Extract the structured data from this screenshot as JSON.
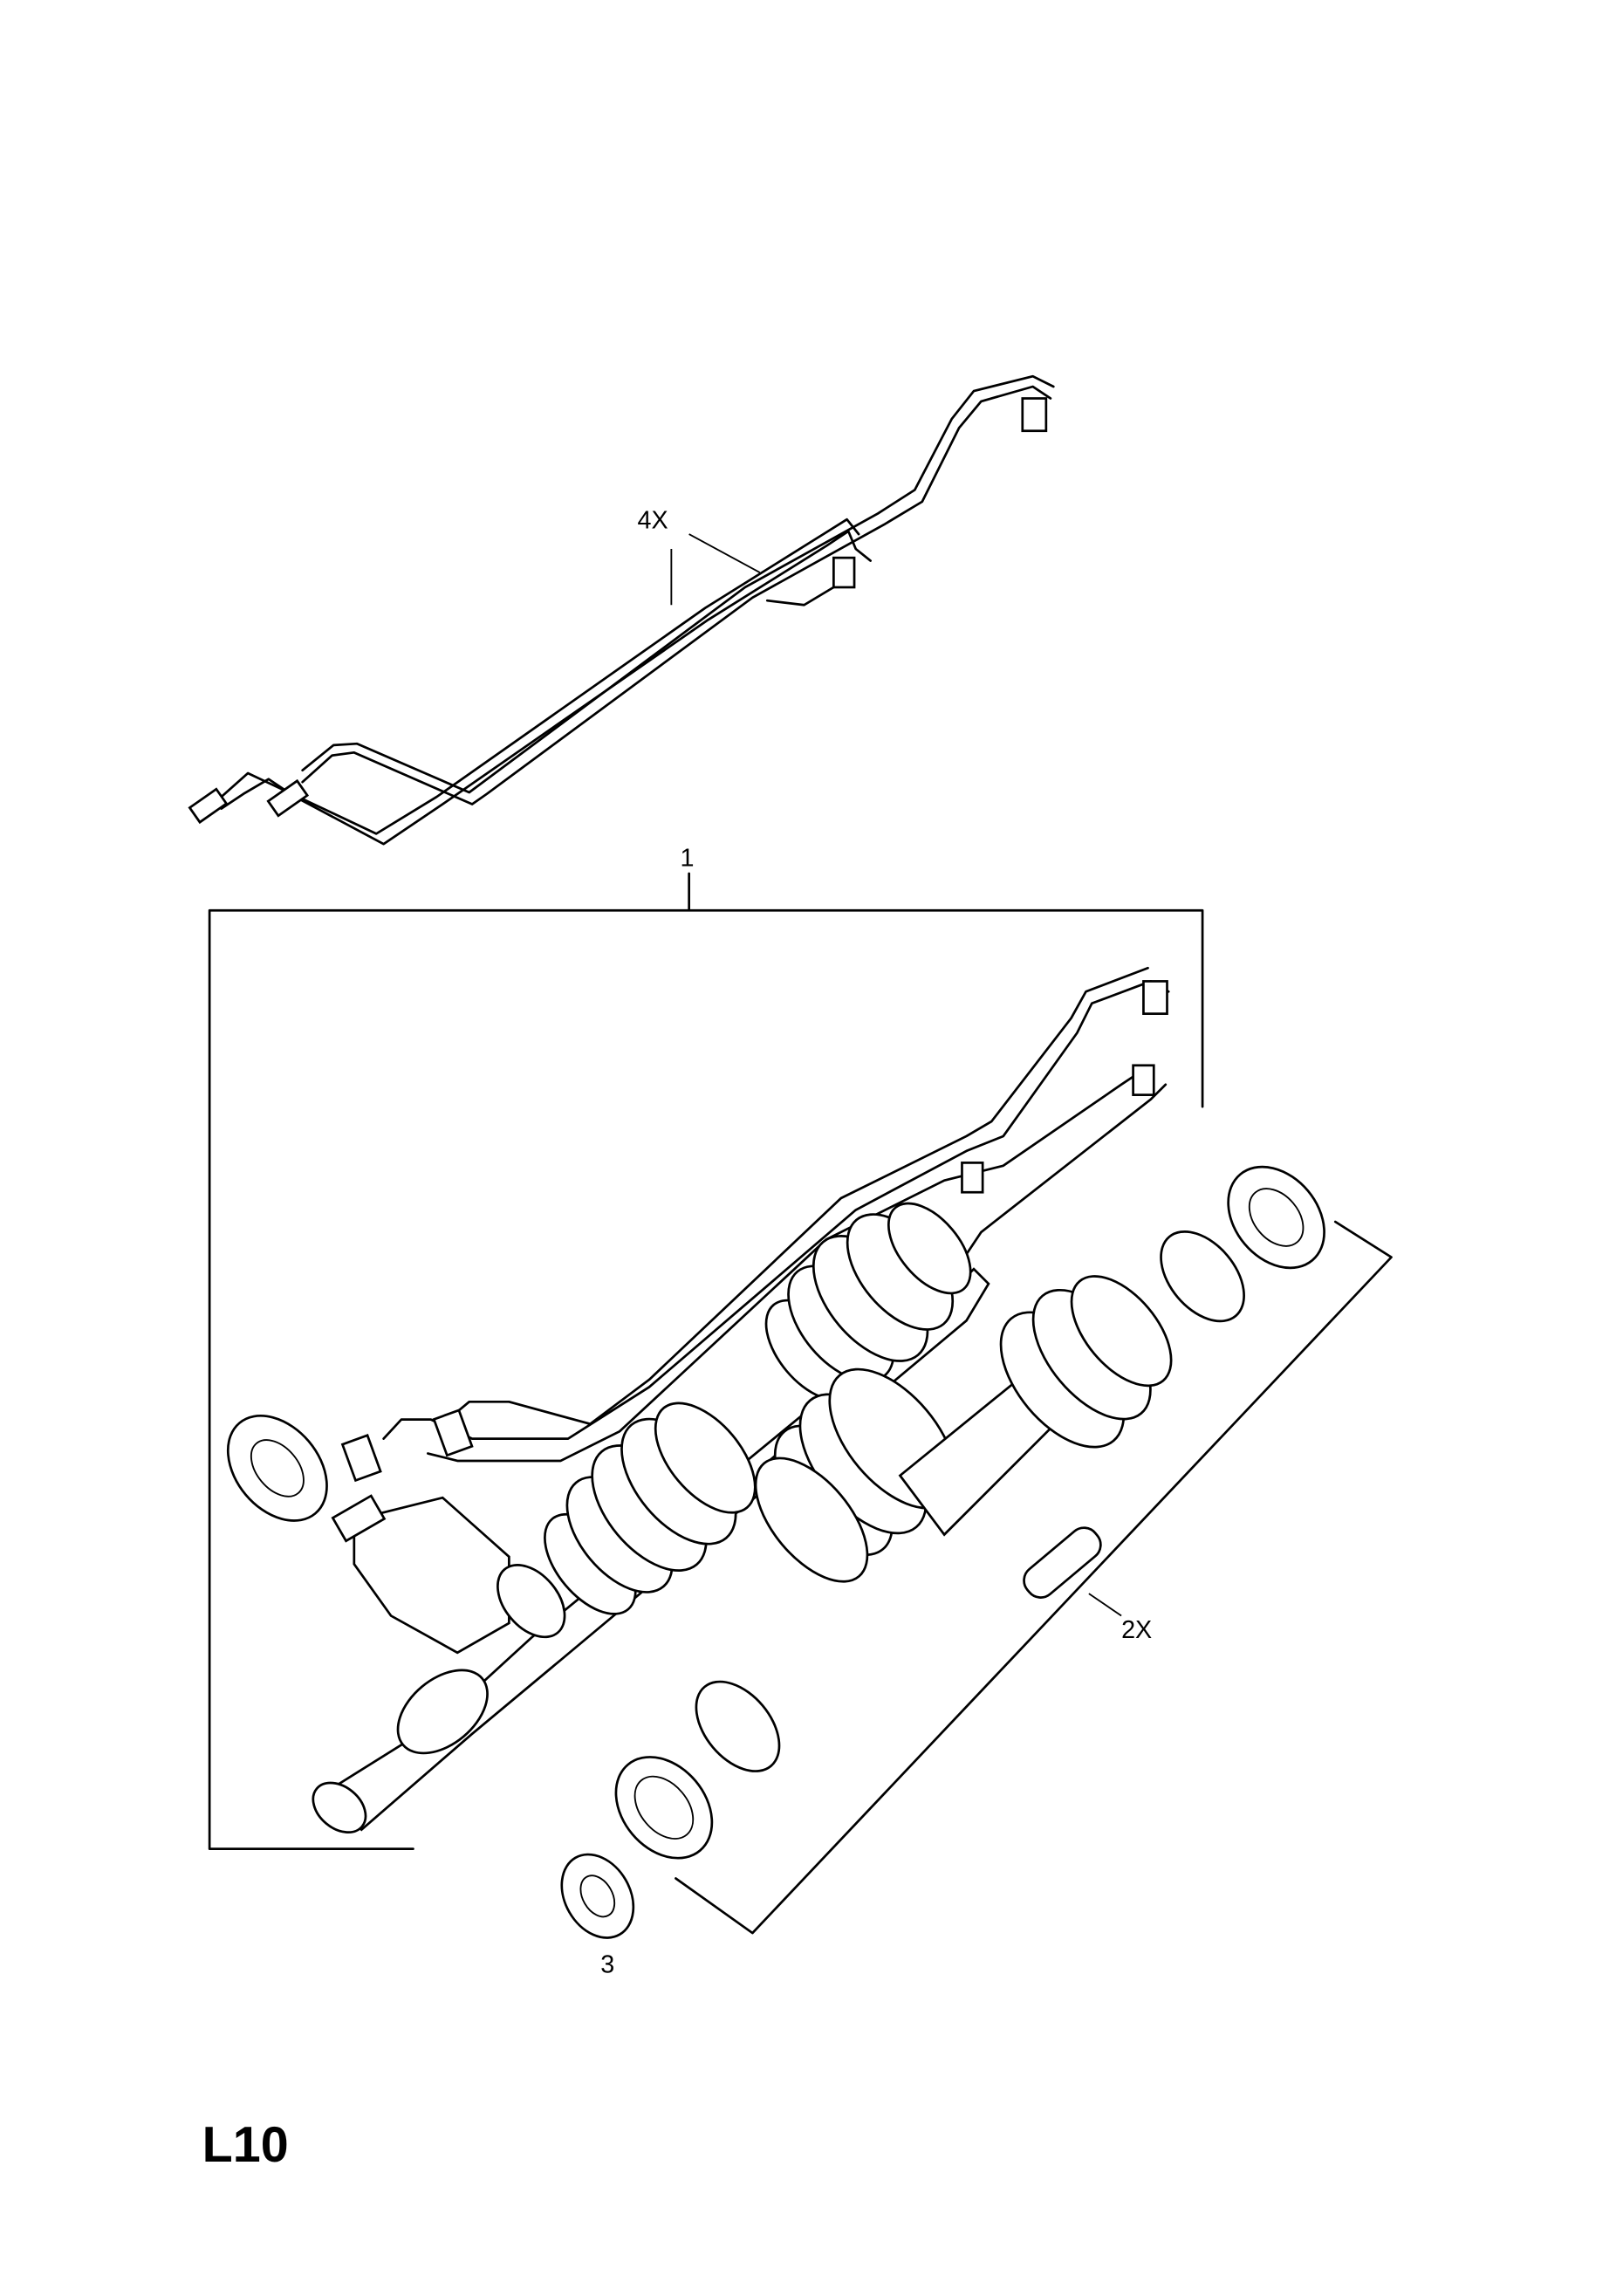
{
  "callouts": {
    "pipes": "4X",
    "steering_gear": "1",
    "boot_kit": "2X",
    "seal": "3"
  },
  "page_code": "L10"
}
